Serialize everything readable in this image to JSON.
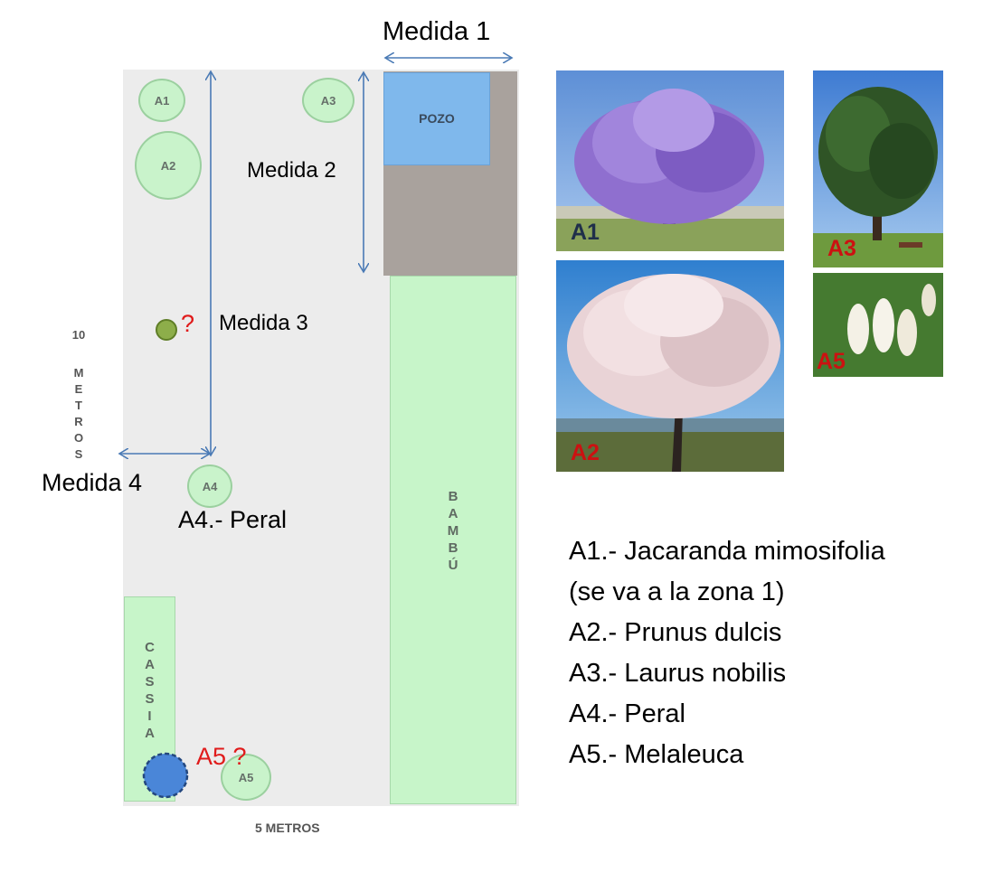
{
  "plan": {
    "pozo_label": "POZO",
    "bambu_letters": [
      "B",
      "A",
      "M",
      "B",
      "Ú"
    ],
    "cassia_letters": [
      "C",
      "A",
      "S",
      "S",
      "I",
      "A"
    ],
    "side_label_number": "10",
    "side_label_letters": [
      "M",
      "E",
      "T",
      "R",
      "O",
      "S"
    ],
    "bottom_label": "5 METROS",
    "trees": {
      "a1": "A1",
      "a2": "A2",
      "a3": "A3",
      "a4": "A4",
      "a5": "A5"
    }
  },
  "annotations": {
    "medida1": "Medida 1",
    "medida2": "Medida 2",
    "medida3": "Medida 3",
    "medida4": "Medida 4",
    "question_mark": "?",
    "a4_caption": "A4.- Peral",
    "a5_caption": "A5 ?"
  },
  "photos": {
    "a1": "A1",
    "a2": "A2",
    "a3": "A3",
    "a5": "A5"
  },
  "legend": [
    "A1.- Jacaranda mimosifolia",
    "(se va a la zona 1)",
    "A2.- Prunus dulcis",
    "A3.- Laurus nobilis",
    "A4.- Peral",
    "A5.- Melaleuca"
  ],
  "colors": {
    "arrow": "#4a7ab5",
    "question_red": "#e01b1b",
    "photo_tag_dark": "#1f2f4a",
    "photo_tag_red": "#cc1111",
    "pozo_blue": "#7fb8ec",
    "bamboo_green": "#c7f5c9",
    "marker_blue": "#4a86d8",
    "marker_olive": "#8dae4a"
  }
}
